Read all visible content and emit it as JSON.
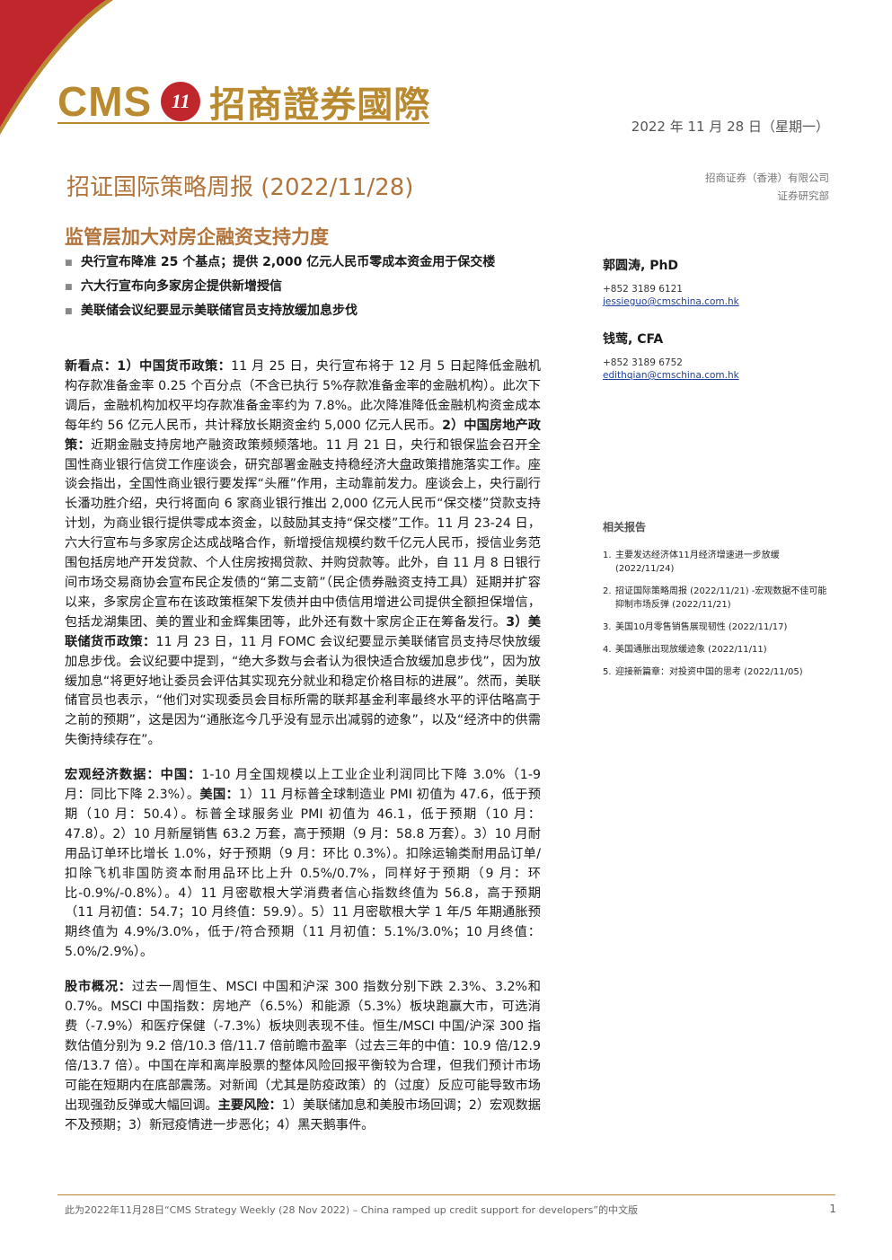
{
  "header": {
    "logo_text_en": "CMS",
    "logo_mark": "11",
    "logo_text_cn": "招商證券國際",
    "date": "2022 年 11 月 28 日（星期一）",
    "report_title": "招证国际策略周报 (2022/11/28)",
    "company_line1": "招商证券（香港）有限公司",
    "company_line2": "证券研究部",
    "headline": "监管层加大对房企融资支持力度"
  },
  "bullets": [
    "央行宣布降准 25 个基点；提供 2,000 亿元人民币零成本资金用于保交楼",
    "六大行宣布向多家房企提供新增授信",
    "美联储会议纪要显示美联储官员支持放缓加息步伐"
  ],
  "body": {
    "p1": {
      "lead": "新看点：",
      "s1_label": "1）中国货币政策：",
      "s1_text": "11 月 25 日，央行宣布将于 12 月 5 日起降低金融机构存款准备金率 0.25 个百分点（不含已执行 5%存款准备金率的金融机构）。此次下调后，金融机构加权平均存款准备金率约为 7.8%。此次降准降低金融机构资金成本每年约 56 亿元人民币，共计释放长期资金约 5,000 亿元人民币。",
      "s2_label": "2）中国房地产政策：",
      "s2_text": "近期金融支持房地产融资政策频频落地。11 月 21 日，央行和银保监会召开全国性商业银行信贷工作座谈会，研究部署金融支持稳经济大盘政策措施落实工作。座谈会指出，全国性商业银行要发挥“头雁”作用，主动靠前发力。座谈会上，央行副行长潘功胜介绍，央行将面向 6 家商业银行推出 2,000 亿元人民币“保交楼”贷款支持计划，为商业银行提供零成本资金，以鼓励其支持“保交楼”工作。11 月 23-24 日，六大行宣布与多家房企达成战略合作，新增授信规模约数千亿元人民币，授信业务范围包括房地产开发贷款、个人住房按揭贷款、并购贷款等。此外，自 11 月 8 日银行间市场交易商协会宣布民企发债的“第二支箭”（民企债券融资支持工具）延期并扩容以来，多家房企宣布在该政策框架下发债并由中债信用增进公司提供全额担保增信，包括龙湖集团、美的置业和金辉集团等，此外还有数十家房企正在筹备发行。",
      "s3_label": "3）美联储货币政策：",
      "s3_text": "11 月 23 日，11 月 FOMC 会议纪要显示美联储官员支持尽快放缓加息步伐。会议纪要中提到，“绝大多数与会者认为很快适合放缓加息步伐”，因为放缓加息“将更好地让委员会评估其实现充分就业和稳定价格目标的进展”。然而，美联储官员也表示，“他们对实现委员会目标所需的联邦基金利率最终水平的评估略高于之前的预期”，这是因为“通胀迄今几乎没有显示出减弱的迹象”，以及“经济中的供需失衡持续存在”。"
    },
    "p2": {
      "lead": "宏观经济数据：",
      "cn_label": "中国：",
      "cn_text": "1-10 月全国规模以上工业企业利润同比下降 3.0%（1-9 月：同比下降 2.3%）。",
      "us_label": "美国：",
      "us_text": "1）11 月标普全球制造业 PMI 初值为 47.6，低于预期（10 月：50.4）。标普全球服务业 PMI 初值为 46.1，低于预期（10 月：47.8）。2）10 月新屋销售 63.2 万套，高于预期（9 月：58.8 万套）。3）10 月耐用品订单环比增长 1.0%，好于预期（9 月：环比 0.3%）。扣除运输类耐用品订单/扣除飞机非国防资本耐用品环比上升 0.5%/0.7%，同样好于预期（9 月：环比-0.9%/-0.8%）。4）11 月密歇根大学消费者信心指数终值为 56.8，高于预期（11 月初值：54.7；10 月终值：59.9）。5）11 月密歇根大学 1 年/5 年期通胀预期终值为 4.9%/3.0%，低于/符合预期（11 月初值：5.1%/3.0%；10 月终值：5.0%/2.9%）。"
    },
    "p3": {
      "lead": "股市概况：",
      "text": "过去一周恒生、MSCI 中国和沪深 300 指数分别下跌 2.3%、3.2%和 0.7%。MSCI 中国指数：房地产（6.5%）和能源（5.3%）板块跑赢大市，可选消费（-7.9%）和医疗保健（-7.3%）板块则表现不佳。恒生/MSCI 中国/沪深 300 指数估值分别为 9.2 倍/10.3 倍/11.7 倍前瞻市盈率（过去三年的中值：10.9 倍/12.9 倍/13.7 倍）。中国在岸和离岸股票的整体风险回报平衡较为合理，但我们预计市场可能在短期内在底部震荡。对新闻（尤其是防疫政策）的（过度）反应可能导致市场出现强劲反弹或大幅回调。",
      "risk_label": "主要风险：",
      "risk_text": "1）美联储加息和美股市场回调；2）宏观数据不及预期；3）新冠疫情进一步恶化；4）黑天鹅事件。"
    }
  },
  "analysts": [
    {
      "name": "郭圆涛, PhD",
      "phone": "+852 3189 6121",
      "email": "jessieguo@cmschina.com.hk"
    },
    {
      "name": "钱莺, CFA",
      "phone": "+852 3189 6752",
      "email": "edithqian@cmschina.com.hk"
    }
  ],
  "related": {
    "title": "相关报告",
    "items": [
      {
        "num": "1.",
        "text": "主要发达经济体11月经济增速进一步放缓 (2022/11/24)"
      },
      {
        "num": "2.",
        "text": "招证国际策略周报 (2022/11/21) -宏观数据不佳可能抑制市场反弹 (2022/11/21)"
      },
      {
        "num": "3.",
        "text": "美国10月零售销售展现韧性 (2022/11/17)"
      },
      {
        "num": "4.",
        "text": "美国通胀出现放缓迹象 (2022/11/11)"
      },
      {
        "num": "5.",
        "text": "迎接新篇章：对投资中国的思考 (2022/11/05)"
      }
    ]
  },
  "footer": {
    "note": "此为2022年11月28日“CMS Strategy Weekly (28 Nov 2022) – China ramped up credit support for developers”的中文版",
    "page": "1"
  },
  "colors": {
    "gold": "#b98a2f",
    "title_brown": "#b3743b",
    "logo_red": "#c0272d",
    "link_blue": "#1f3f9e"
  }
}
